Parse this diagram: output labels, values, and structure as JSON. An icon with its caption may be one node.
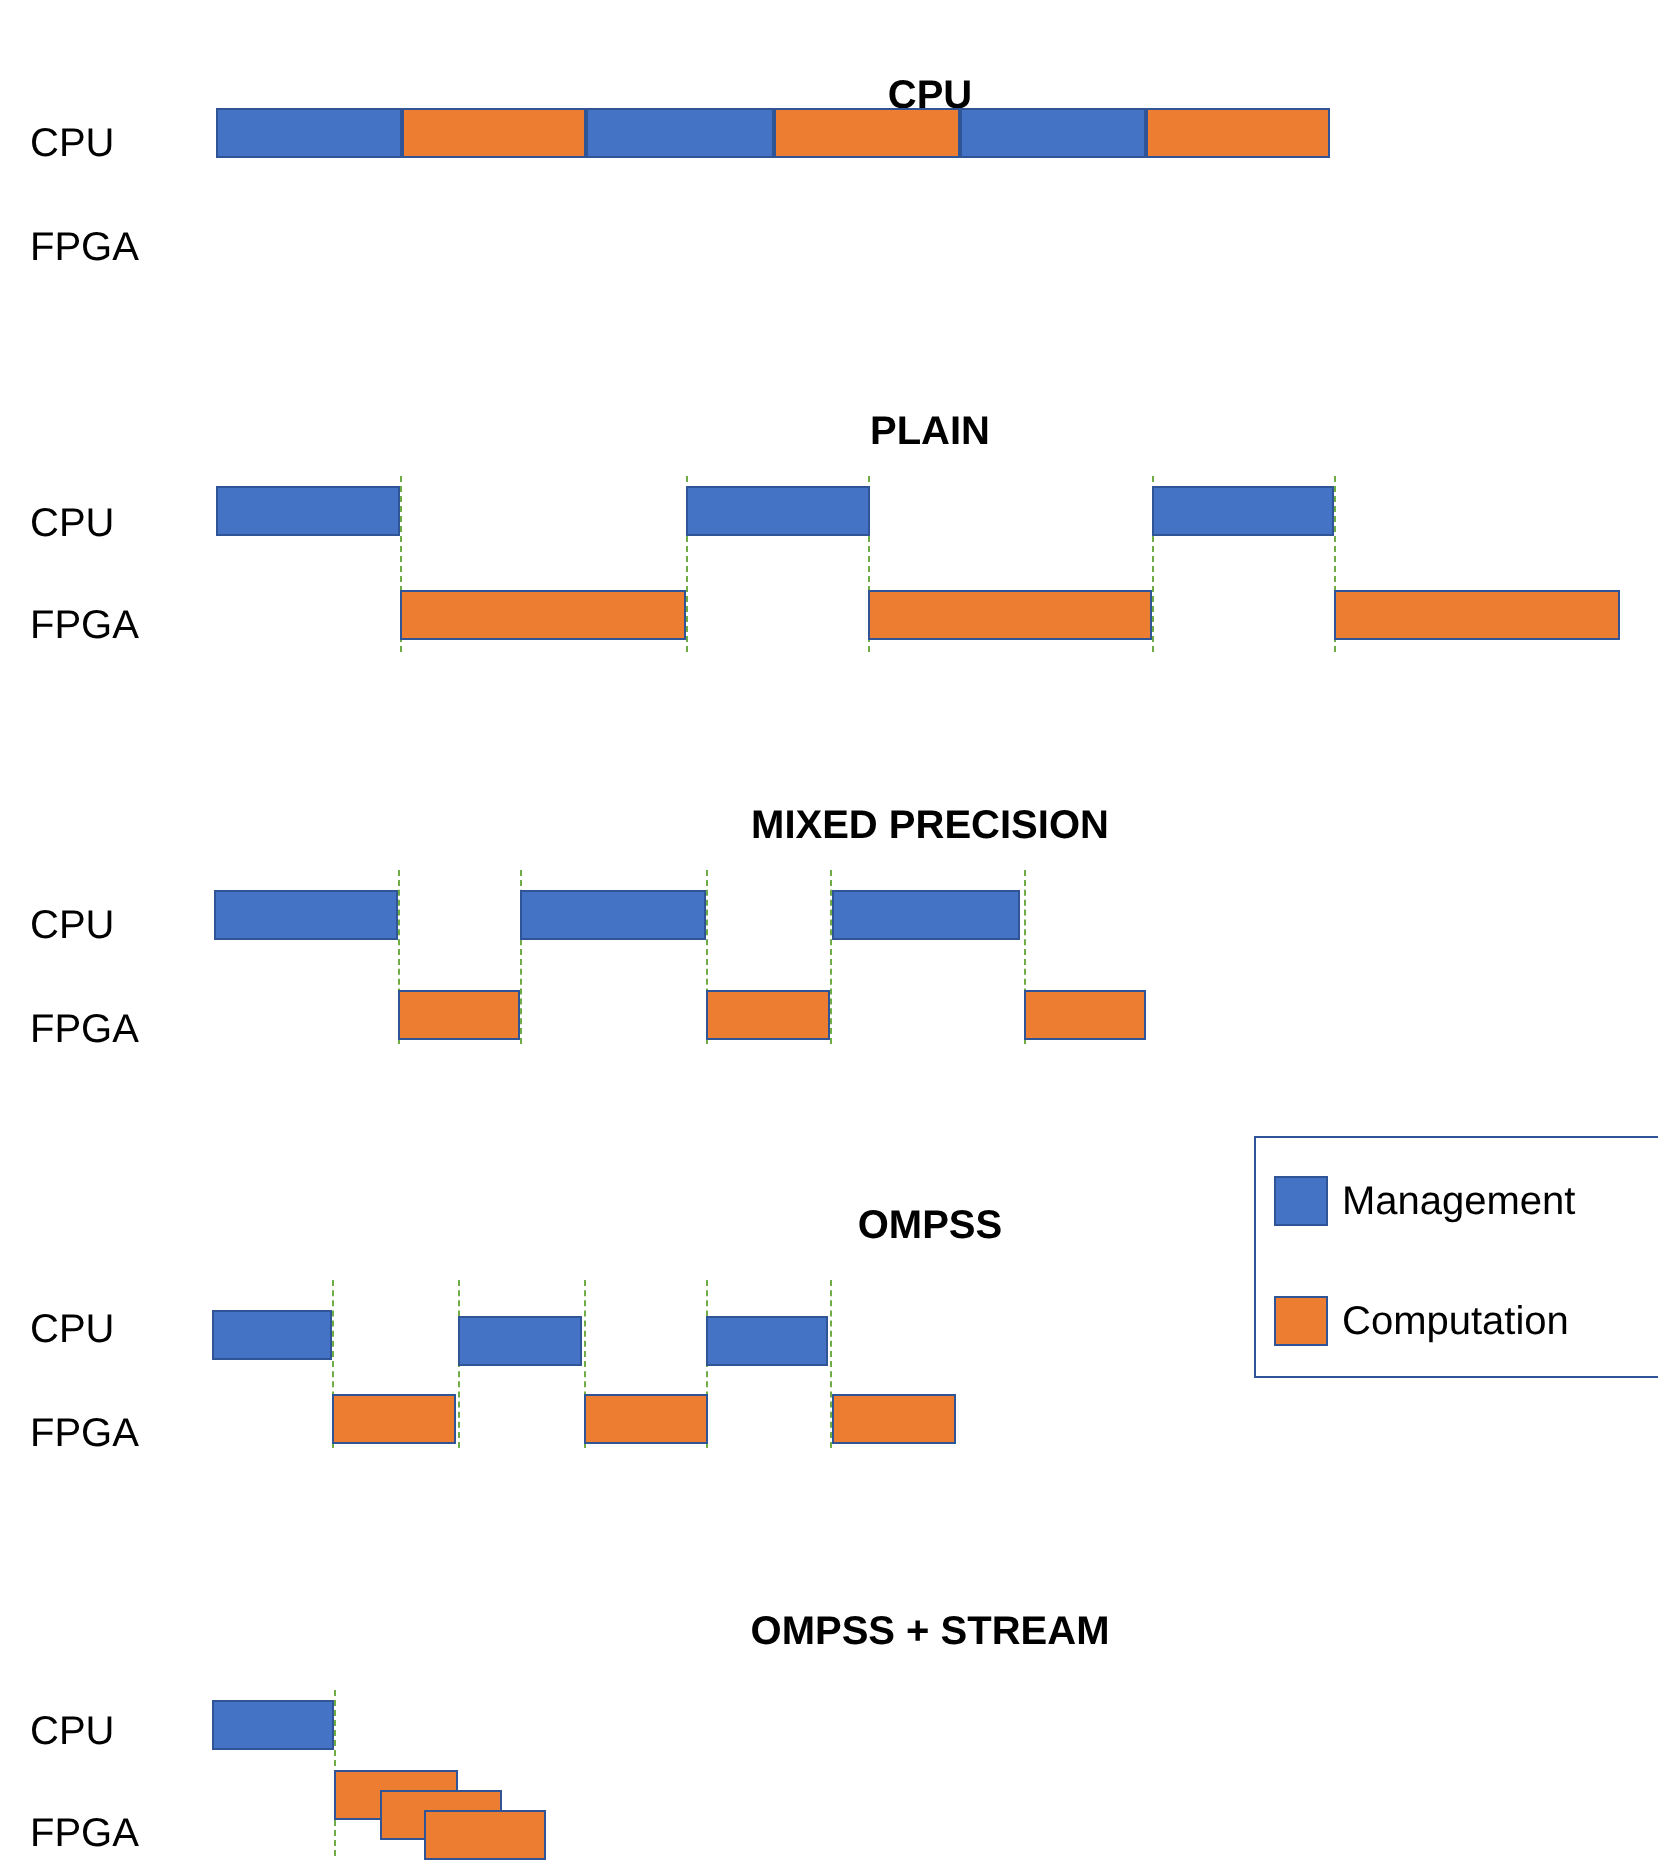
{
  "diagram": {
    "nodes": [
      {
        "text": [],
        "shape": "bar"
      },
      {
        "text": [],
        "shape": "bar"
      },
      {
        "text": [],
        "shape": "bar"
      },
      {
        "text": [],
        "shape": "bar"
      },
      {
        "text": [],
        "shape": "bar"
      },
      {
        "text": [],
        "shape": "bar"
      },
      {
        "text": [],
        "shape": "bar"
      },
      {
        "text": [],
        "shape": "bar"
      },
      {
        "text": [],
        "shape": "bar"
      },
      {
        "text": [],
        "shape": "bar"
      },
      {
        "text": [],
        "shape": "bar"
      },
      {
        "text": [],
        "shape": "bar"
      },
      {
        "text": [],
        "shape": "bar"
      },
      {
        "text": [],
        "shape": "bar"
      },
      {
        "text": [],
        "shape": "bar"
      },
      {
        "text": [],
        "shape": "bar"
      },
      {
        "text": [],
        "shape": "bar"
      },
      {
        "text": [],
        "shape": "bar"
      },
      {
        "text": [],
        "shape": "bar"
      },
      {
        "text": [],
        "shape": "bar"
      },
      {
        "text": [],
        "shape": "bar"
      },
      {
        "text": [],
        "shape": "bar"
      },
      {
        "text": [],
        "shape": "bar"
      },
      {
        "text": [],
        "shape": "bar"
      },
      {
        "text": [],
        "shape": "bar"
      },
      {
        "text": [],
        "shape": "bar"
      },
      {
        "text": [],
        "shape": "bar"
      },
      {
        "text": [],
        "shape": "bar"
      }
    ],
    "labels": [
      "CPU",
      "CPU",
      "FPGA",
      "PLAIN",
      "CPU",
      "FPGA",
      "MIXED PRECISION",
      "CPU",
      "FPGA",
      "OMPSS",
      "CPU",
      "FPGA",
      "OMPSS + STREAM",
      "CPU",
      "FPGA"
    ],
    "legend": [
      {
        "text": "Management",
        "color": "#4472c4"
      },
      {
        "text": "Computation",
        "color": "#ed7d31"
      }
    ]
  }
}
